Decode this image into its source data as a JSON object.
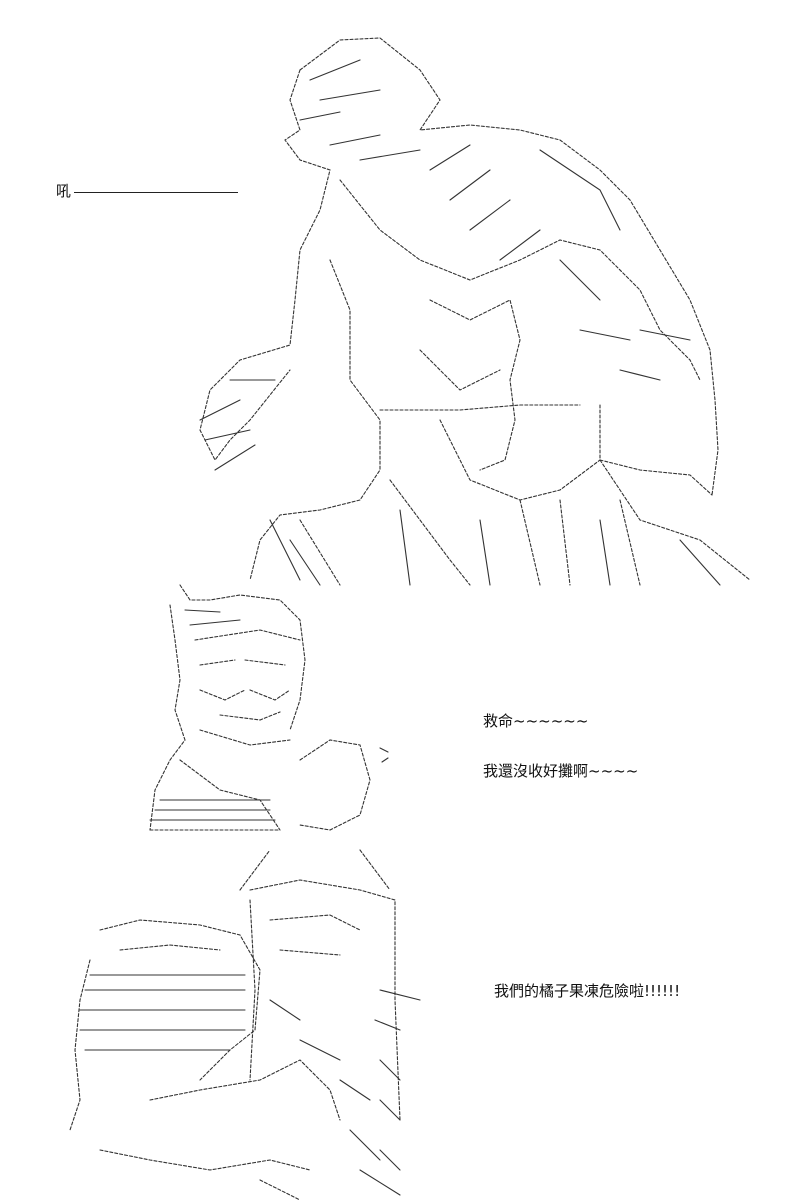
{
  "panel1": {
    "roar_text": "吼"
  },
  "panel2": {
    "line1": "救命~~~~~~",
    "line2": "我還沒收好攤啊~~~~"
  },
  "panel3": {
    "shout_text": "我們的橘子果凍危險啦!!!!!!"
  }
}
